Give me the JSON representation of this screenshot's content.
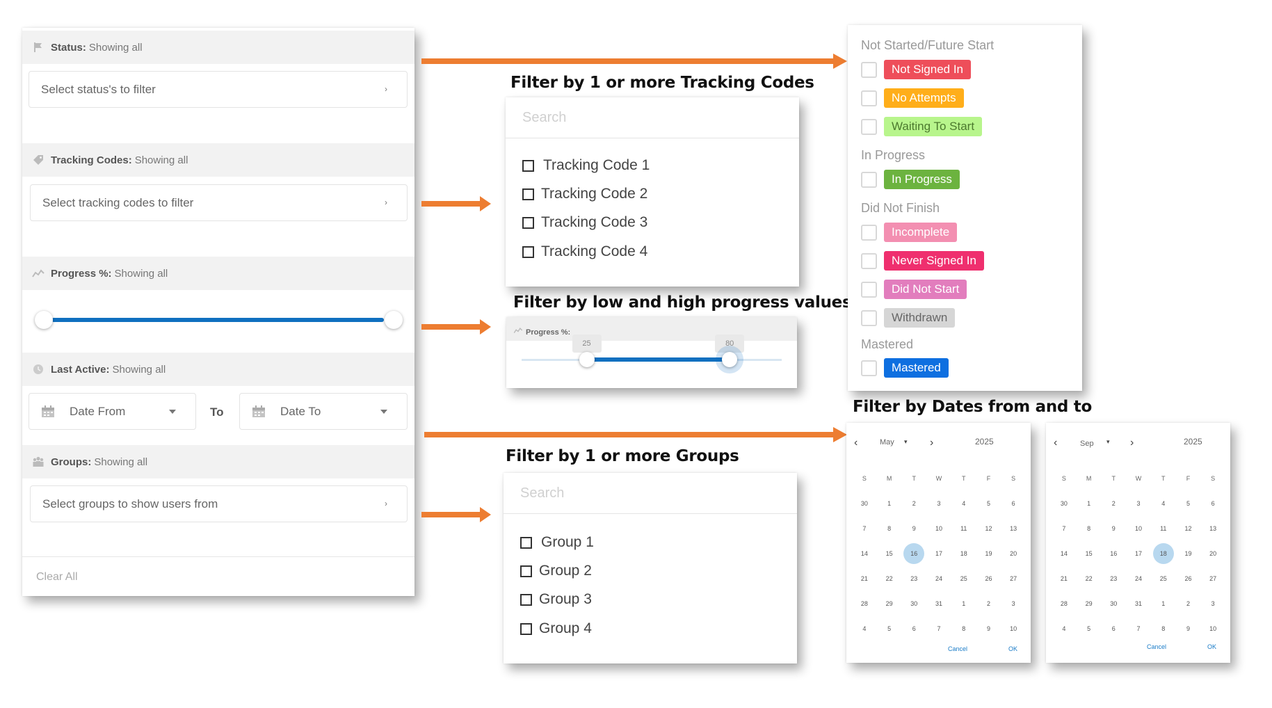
{
  "headings": {
    "tracking": "Filter by 1 or more Tracking Codes",
    "progress": "Filter by low and high progress values",
    "dates": "Filter by Dates from and to",
    "groups": "Filter by 1 or more Groups"
  },
  "filter_panel": {
    "status": {
      "label": "Status:",
      "value": "Showing all",
      "placeholder": "Select status's to filter"
    },
    "tracking": {
      "label": "Tracking Codes:",
      "value": "Showing all",
      "placeholder": "Select tracking codes to filter"
    },
    "progress": {
      "label": "Progress %:",
      "value": "Showing all",
      "range": [
        0,
        100
      ]
    },
    "last_active": {
      "label": "Last Active:",
      "value": "Showing all",
      "date_from": "Date From",
      "to": "To",
      "date_to": "Date To"
    },
    "groups": {
      "label": "Groups:",
      "value": "Showing all",
      "placeholder": "Select groups to show users from"
    },
    "clear_all": "Clear All"
  },
  "tracking_popup": {
    "search_placeholder": "Search",
    "items": [
      "Tracking Code 1",
      "Tracking Code 2",
      "Tracking Code 3",
      "Tracking Code 4"
    ]
  },
  "groups_popup": {
    "search_placeholder": "Search",
    "items": [
      "Group 1",
      "Group 2",
      "Group 3",
      "Group 4"
    ]
  },
  "progress_popup": {
    "label": "Progress %:",
    "low": "25",
    "high": "80",
    "low_value": 25,
    "high_value": 80
  },
  "status_popup": {
    "groups": [
      {
        "title": "Not Started/Future Start",
        "items": [
          {
            "label": "Not Signed In",
            "color": "#ee4e5a",
            "text": "#ffffff"
          },
          {
            "label": "No Attempts",
            "color": "#ffae1a",
            "text": "#ffffff"
          },
          {
            "label": "Waiting To Start",
            "color": "#b8f58c",
            "text": "#4c7a2e"
          }
        ]
      },
      {
        "title": "In Progress",
        "items": [
          {
            "label": "In Progress",
            "color": "#6cb33f",
            "text": "#ffffff"
          }
        ]
      },
      {
        "title": "Did Not Finish",
        "items": [
          {
            "label": "Incomplete",
            "color": "#f38fb1",
            "text": "#ffffff"
          },
          {
            "label": "Never Signed In",
            "color": "#ef2f6e",
            "text": "#ffffff"
          },
          {
            "label": "Did Not Start",
            "color": "#e27dbd",
            "text": "#ffffff"
          },
          {
            "label": "Withdrawn",
            "color": "#d6d6d6",
            "text": "#666666"
          }
        ]
      },
      {
        "title": "Mastered",
        "items": [
          {
            "label": "Mastered",
            "color": "#0e6fe0",
            "text": "#ffffff"
          }
        ]
      }
    ]
  },
  "calendars": [
    {
      "month": "May",
      "year": "2025",
      "selected": "16",
      "dow": [
        "S",
        "M",
        "T",
        "W",
        "T",
        "F",
        "S"
      ],
      "weeks": [
        [
          "30",
          "1",
          "2",
          "3",
          "4",
          "5",
          "6"
        ],
        [
          "7",
          "8",
          "9",
          "10",
          "11",
          "12",
          "13"
        ],
        [
          "14",
          "15",
          "16",
          "17",
          "18",
          "19",
          "20"
        ],
        [
          "21",
          "22",
          "23",
          "24",
          "25",
          "26",
          "27"
        ],
        [
          "28",
          "29",
          "30",
          "31",
          "1",
          "2",
          "3"
        ],
        [
          "4",
          "5",
          "6",
          "7",
          "8",
          "9",
          "10"
        ]
      ],
      "cancel": "Cancel",
      "ok": "OK"
    },
    {
      "month": "Sep",
      "year": "2025",
      "selected": "18",
      "dow": [
        "S",
        "M",
        "T",
        "W",
        "T",
        "F",
        "S"
      ],
      "weeks": [
        [
          "30",
          "1",
          "2",
          "3",
          "4",
          "5",
          "6"
        ],
        [
          "7",
          "8",
          "9",
          "10",
          "11",
          "12",
          "13"
        ],
        [
          "14",
          "15",
          "16",
          "17",
          "18",
          "19",
          "20"
        ],
        [
          "21",
          "22",
          "23",
          "24",
          "25",
          "26",
          "27"
        ],
        [
          "28",
          "29",
          "30",
          "31",
          "1",
          "2",
          "3"
        ],
        [
          "4",
          "5",
          "6",
          "7",
          "8",
          "9",
          "10"
        ]
      ],
      "cancel": "Cancel",
      "ok": "OK"
    }
  ],
  "colors": {
    "accent": "#1070c0",
    "arrow": "#ed7d31"
  }
}
